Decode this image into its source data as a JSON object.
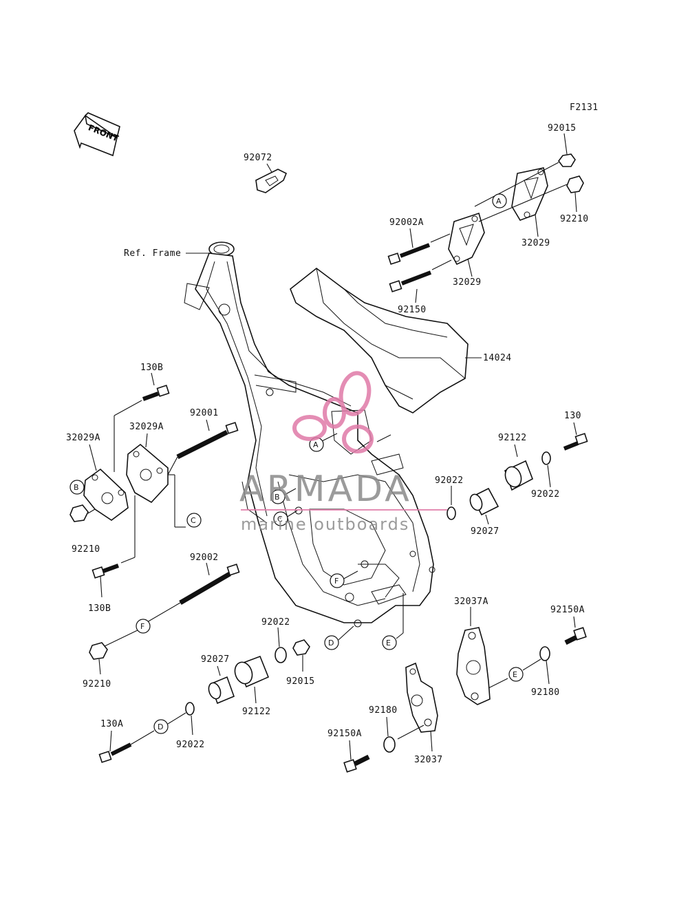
{
  "figure_code": "F2131",
  "front_arrow": "FRONT",
  "ref_frame": "Ref. Frame",
  "parts": {
    "p92072": "92072",
    "p92015_top": "92015",
    "p92210_top": "92210",
    "p32029_top": "32029",
    "p32029_mid": "32029",
    "p92002A": "92002A",
    "p92150": "92150",
    "p14024": "14024",
    "p130B_top": "130B",
    "p32029A_a": "32029A",
    "p32029A_b": "32029A",
    "p92001": "92001",
    "p92210_left": "92210",
    "p130B_bot": "130B",
    "p130": "130",
    "p92122_right": "92122",
    "p92022_right_a": "92022",
    "p92022_right_b": "92022",
    "p92027_right": "92027",
    "p92002": "92002",
    "p92210_bot": "92210",
    "p92022_mid": "92022",
    "p92027_mid": "92027",
    "p92015_mid": "92015",
    "p92122_mid": "92122",
    "p130A": "130A",
    "p92022_bot": "92022",
    "p32037A": "32037A",
    "p92150A_right": "92150A",
    "p92180_right": "92180",
    "p92180_mid": "92180",
    "p92150A_bot": "92150A",
    "p32037": "32037"
  },
  "refs": {
    "A": "A",
    "B": "B",
    "C": "C",
    "D": "D",
    "E": "E",
    "F": "F"
  },
  "watermark": {
    "brand": "ARMADA",
    "tagline": "marine outboards",
    "brand_color": "#8a8a8a",
    "accent_color": "#e07aa8"
  }
}
